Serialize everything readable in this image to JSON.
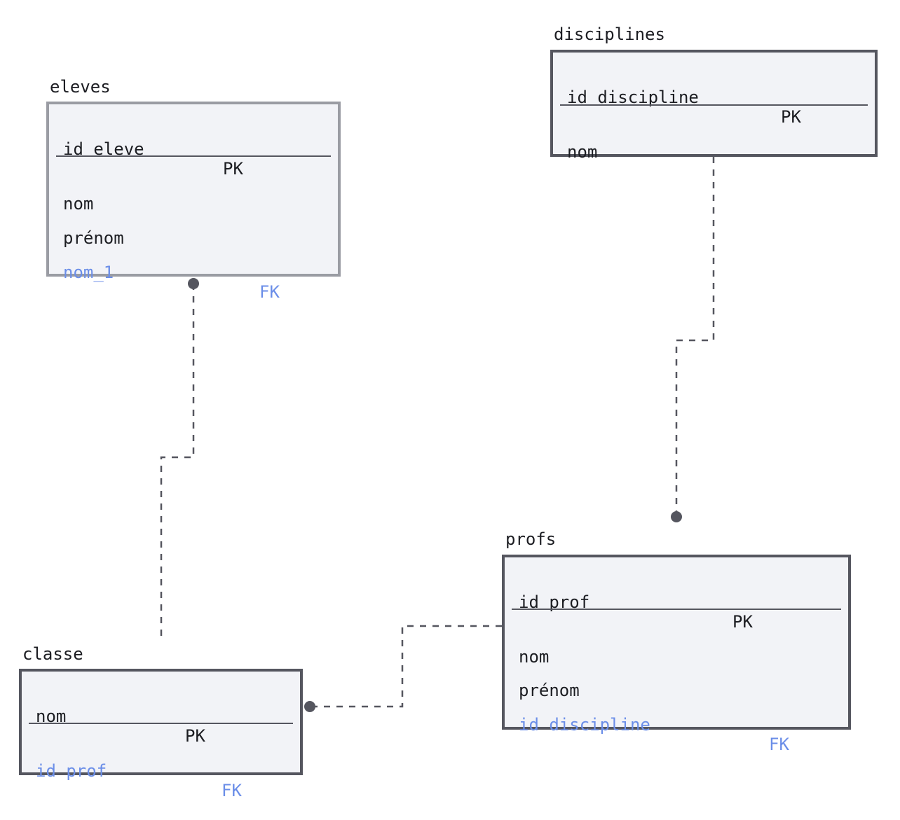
{
  "tables": {
    "eleves": {
      "title": "eleves",
      "pk": {
        "name": "id eleve",
        "key": "PK"
      },
      "fields": [
        {
          "name": "nom"
        },
        {
          "name": "prénom"
        },
        {
          "name": "nom_1",
          "key": "FK"
        }
      ]
    },
    "disciplines": {
      "title": "disciplines",
      "pk": {
        "name": "id discipline",
        "key": "PK"
      },
      "fields": [
        {
          "name": "nom"
        }
      ]
    },
    "classe": {
      "title": "classe",
      "pk": {
        "name": "nom",
        "key": "PK"
      },
      "fields": [
        {
          "name": "id prof",
          "key": "FK"
        }
      ]
    },
    "profs": {
      "title": "profs",
      "pk": {
        "name": "id prof",
        "key": "PK"
      },
      "fields": [
        {
          "name": "nom"
        },
        {
          "name": "prénom"
        },
        {
          "name": "id discipline",
          "key": "FK"
        }
      ]
    }
  },
  "relationships": [
    {
      "from": "eleves",
      "to": "classe"
    },
    {
      "from": "disciplines",
      "to": "profs"
    },
    {
      "from": "profs",
      "to": "classe"
    }
  ],
  "colors": {
    "border": "#55565f",
    "border_light": "#9a9ca3",
    "fill": "#f2f3f7",
    "fk": "#6b8ee8",
    "text": "#1c1d22"
  }
}
